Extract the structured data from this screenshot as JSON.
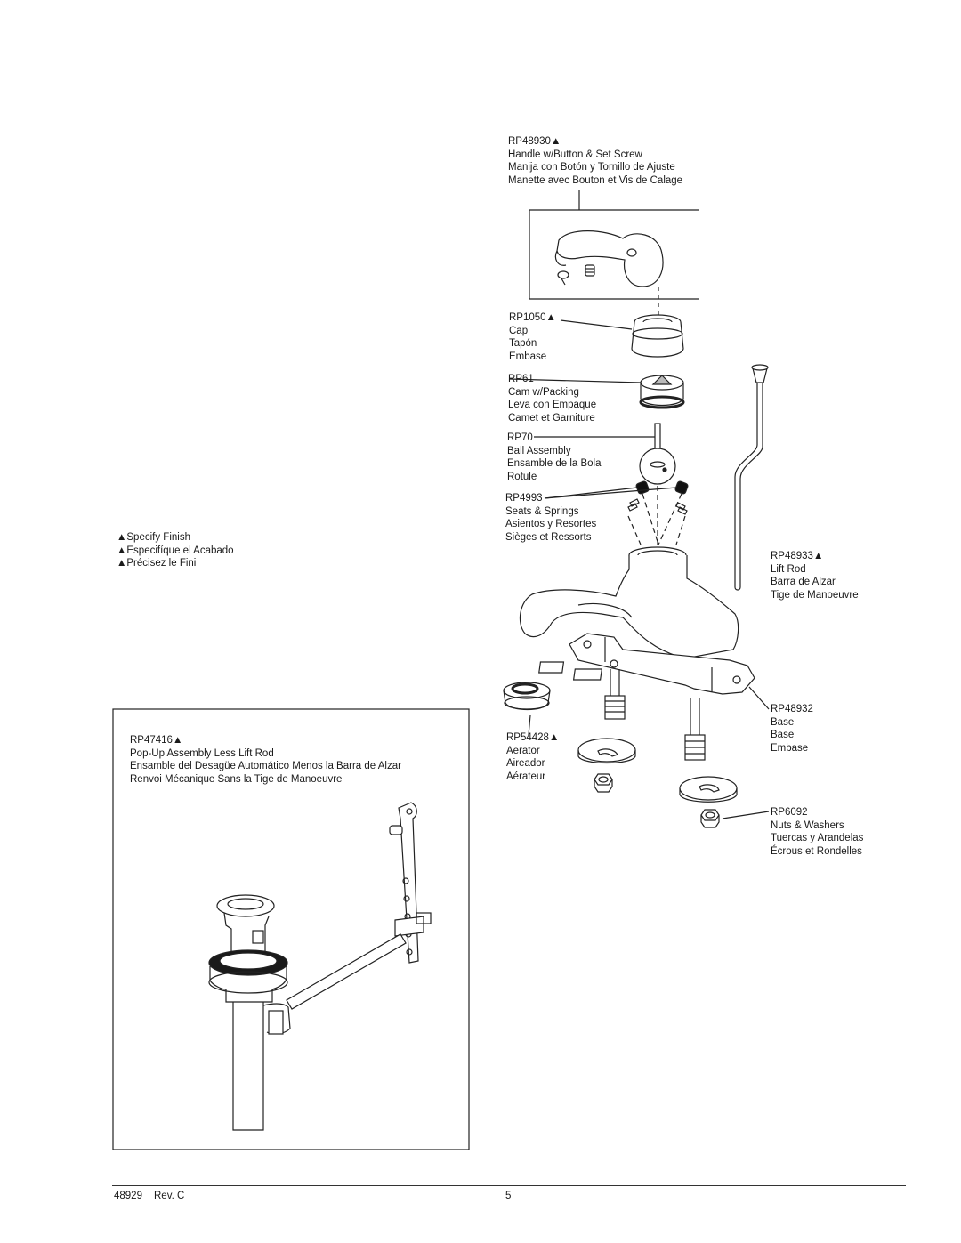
{
  "finish_note": [
    "▲Specify Finish",
    "▲Especifíque el Acabado",
    "▲Précisez le Fini"
  ],
  "parts": {
    "handle": {
      "number": "RP48930▲",
      "lines": [
        "Handle w/Button & Set Screw",
        "Manija con Botón y Tornillo de Ajuste",
        "Manette avec Bouton et Vis de Calage"
      ]
    },
    "cap": {
      "number": "RP1050▲",
      "lines": [
        "Cap",
        "Tapón",
        "Embase"
      ]
    },
    "cam": {
      "number": "RP61",
      "lines": [
        "Cam w/Packing",
        "Leva con Empaque",
        "Camet et Garniture"
      ]
    },
    "ball": {
      "number": "RP70",
      "lines": [
        "Ball Assembly",
        "Ensamble de la Bola",
        "Rotule"
      ]
    },
    "seats": {
      "number": "RP4993",
      "lines": [
        "Seats & Springs",
        "Asientos y Resortes",
        "Sièges et Ressorts"
      ]
    },
    "lift_rod": {
      "number": "RP48933▲",
      "lines": [
        "Lift Rod",
        "Barra de Alzar",
        "Tige de Manoeuvre"
      ]
    },
    "base": {
      "number": "RP48932",
      "lines": [
        "Base",
        "Base",
        "Embase"
      ]
    },
    "aerator": {
      "number": "RP54428▲",
      "lines": [
        "Aerator",
        "Aireador",
        "Aérateur"
      ]
    },
    "nuts": {
      "number": "RP6092",
      "lines": [
        "Nuts & Washers",
        "Tuercas y Arandelas",
        "Écrous et Rondelles"
      ]
    },
    "popup": {
      "number": "RP47416▲",
      "lines": [
        "Pop-Up Assembly Less Lift Rod",
        "Ensamble del Desagüe Automático Menos la Barra de Alzar",
        "Renvoi Mécanique Sans la Tige de Manoeuvre"
      ]
    }
  },
  "footer": {
    "doc_number": "48929",
    "revision": "Rev. C",
    "page": "5"
  }
}
